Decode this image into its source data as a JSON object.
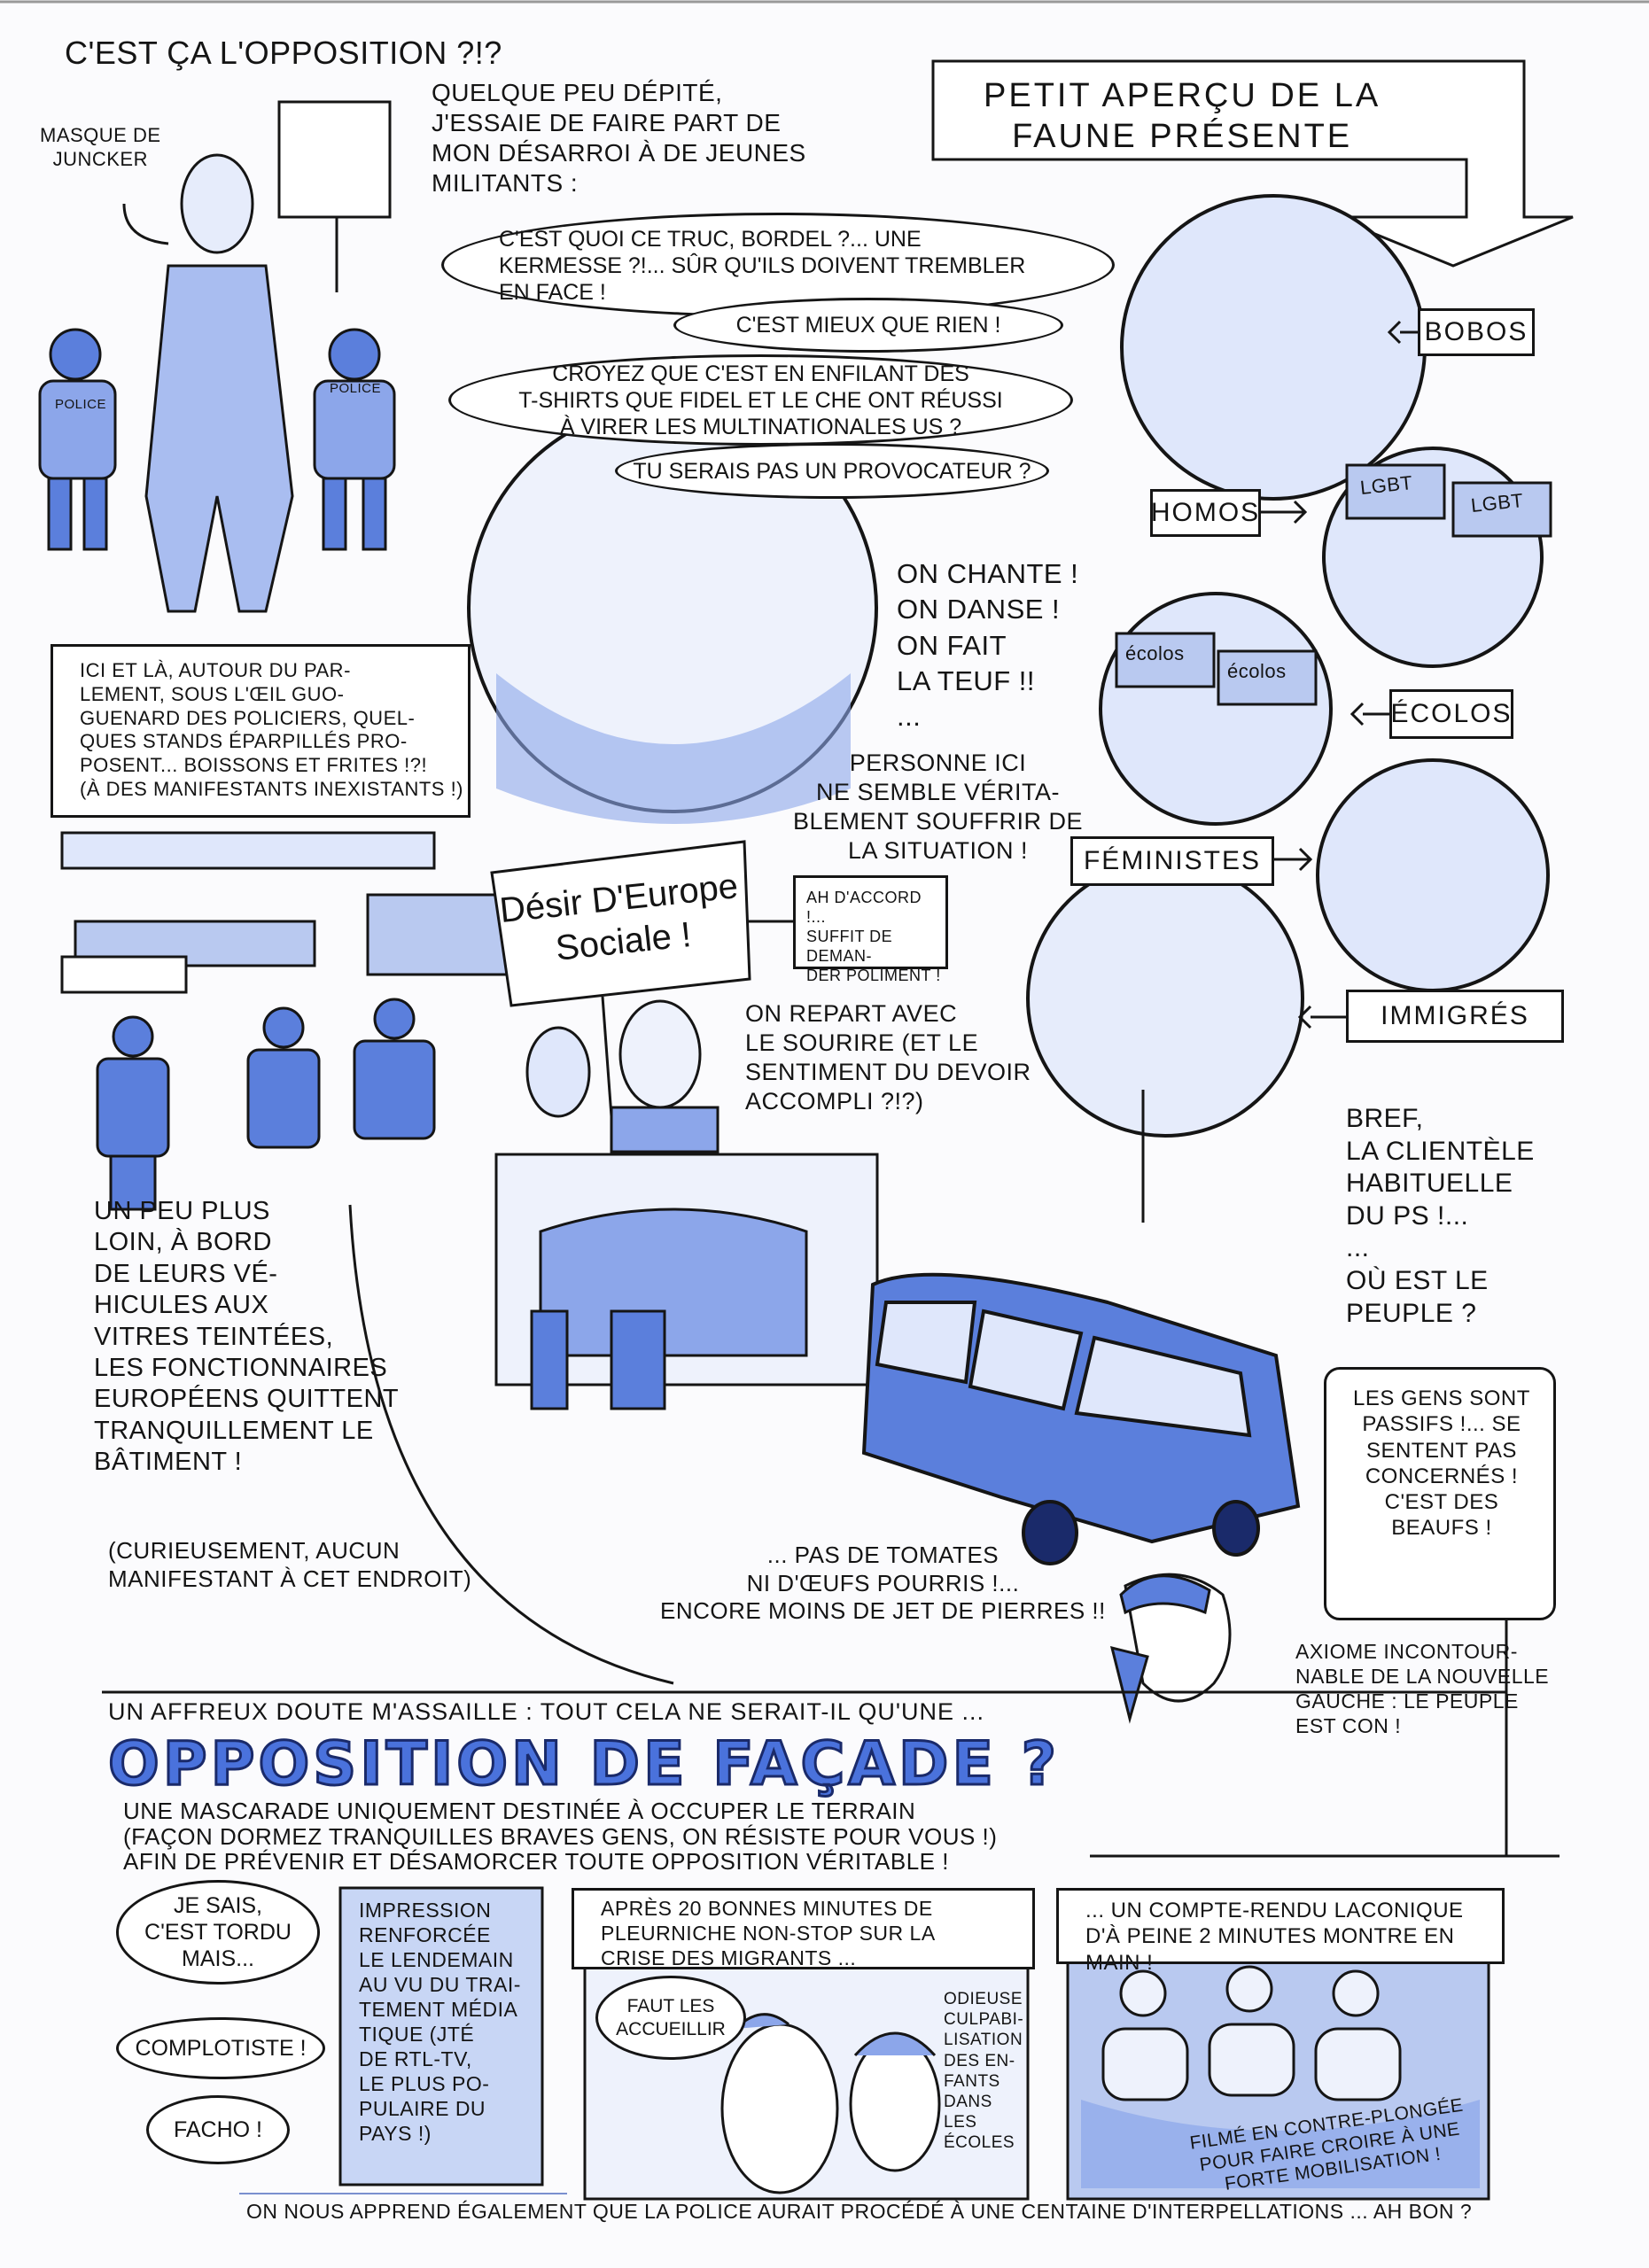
{
  "title": "C'est ça l'opposition ?!?",
  "intro": "Quelque peu dépité,\nj'essaie de faire part de\nmon désarroi à de jeunes\nmilitants :",
  "junker_label": "Masque de\nJuncker",
  "police_label": "Police",
  "fauna_box": "Petit aperçu de la\nfaune présente",
  "dialogue": [
    "C'est quoi ce truc, bordel ?... une\nkermesse ?!... Sûr qu'ils doivent trembler\nen face !",
    "C'est mieux que rien !",
    "Croyez que c'est en enfilant des\nT-shirts que Fidel et le Che ont réussi\nà virer les multinationales US ?",
    "Tu serais pas un provocateur ?"
  ],
  "categories": {
    "bobos": "Bobos",
    "homos": "Homos",
    "ecolos": "Écolos",
    "feministes": "Féministes",
    "immigres": "Immigrés"
  },
  "signs": {
    "lgbt": "LGBT",
    "ecolos": "écolos",
    "desir": "Désir D'Europe\nSociale !"
  },
  "on_chante": "On chante !\non danse !\non fait\nla teuf !!\n...",
  "ici_et_la": "Ici et là, autour du par-\nlement, sous l'œil guo-\nguenard des policiers, quel-\nques stands éparpillés pro-\nposent... boissons et frites !?!\n(à des manifestants inexistants !)",
  "personne": "Personne ici\nne semble vérita-\nblement souffrir de\nla situation !",
  "ah_daccord": "Ah d'accord !...\nsuffit de deman-\nder poliment !",
  "on_repart": "On repart avec\nle sourire (et le\nsentiment du devoir\naccompli ?!?)",
  "bref": "Bref,\nla clientèle\nhabituelle\ndu PS !...\n...\nOù est le\npeuple ?",
  "un_peu_plus_loin": "Un peu plus\nloin, à bord\nde leurs vé-\nhicules aux\nvitres teintées,\nles fonctionnaires\neuropéens quittent\ntranquillement le\nbâtiment !",
  "curieusement": "(Curieusement, aucun\nmanifestant à cet endroit)",
  "pas_de_tomates": "... Pas de tomates\nni d'œufs pourris !...\nencore moins de jet de pierres !!",
  "gens_passifs": "Les gens sont\npassifs !... se\nsentent pas\nconcernés !\nC'est des\nbeaufs !",
  "axiome": "Axiome incontour-\nnable de la nouvelle\ngauche : le peuple\nest con !",
  "doute": "Un affreux doute m'assaille : tout cela ne serait-il qu'une ...",
  "headline": "Opposition de façade ?",
  "mascarade": "Une mascarade uniquement destinée à occuper le terrain\n(façon dormez tranquilles braves gens, on résiste pour vous !)\nafin de prévenir et désamorcer toute opposition véritable !",
  "reactions": [
    "Je sais,\nc'est tordu\nmais...",
    "Complotiste !",
    "Facho !"
  ],
  "impression": "Impression\nrenforcée\nle lendemain\nau vu du trai-\ntement média\ntique (JTé\nde RTL-TV,\nle plus po-\npulaire du\npays !)",
  "apres": "Après 20 bonnes minutes de\npleurniche non-stop sur la\ncrise des migrants ...",
  "faut_accueillir": "Faut les\naccueillir",
  "odieuse": "Odieuse\nculpabi-\nlisation\ndes en-\nfants\ndans\nles\nécoles",
  "compte_rendu": "... un compte-rendu laconique\nd'à peine 2 minutes montre en main !",
  "filme": "Filmé en contre-plongée\npour faire croire à une\nforte mobilisation !",
  "footer": "On nous apprend également que la police aurait procédé à une centaine d'interpellations ... Ah bon ?",
  "colors": {
    "ink": "#151515",
    "wash": "#b9c9f0",
    "wash_dark": "#5b7fdc",
    "headline": "#4a72dc"
  }
}
